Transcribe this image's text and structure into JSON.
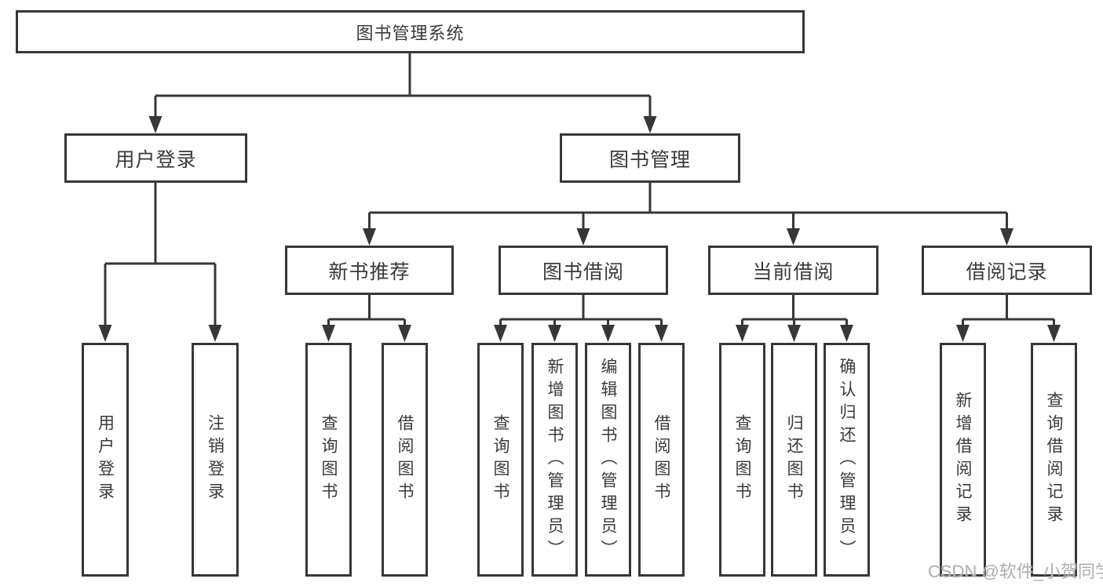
{
  "diagram": {
    "root": {
      "label": "图书管理系统"
    },
    "branches": [
      {
        "label": "用户登录",
        "children": [
          {
            "label": "用户登录"
          },
          {
            "label": "注销登录"
          }
        ]
      },
      {
        "label": "图书管理",
        "children": [
          {
            "label": "新书推荐",
            "children": [
              {
                "label": "查询图书"
              },
              {
                "label": "借阅图书"
              }
            ]
          },
          {
            "label": "图书借阅",
            "children": [
              {
                "label": "查询图书"
              },
              {
                "label": "新增图书（管理员）"
              },
              {
                "label": "编辑图书（管理员）"
              },
              {
                "label": "借阅图书"
              }
            ]
          },
          {
            "label": "当前借阅",
            "children": [
              {
                "label": "查询图书"
              },
              {
                "label": "归还图书"
              },
              {
                "label": "确认归还（管理员）"
              }
            ]
          },
          {
            "label": "借阅记录",
            "children": [
              {
                "label": "新增借阅记录"
              },
              {
                "label": "查询借阅记录"
              }
            ]
          }
        ]
      }
    ]
  },
  "watermark": {
    "text": "CSDN @软件_小贺同学"
  },
  "colors": {
    "line": "#373737",
    "text": "#3a3a3a",
    "box_background": "#ffffff",
    "page_background": "#ffffff",
    "watermark": "#adadad"
  }
}
